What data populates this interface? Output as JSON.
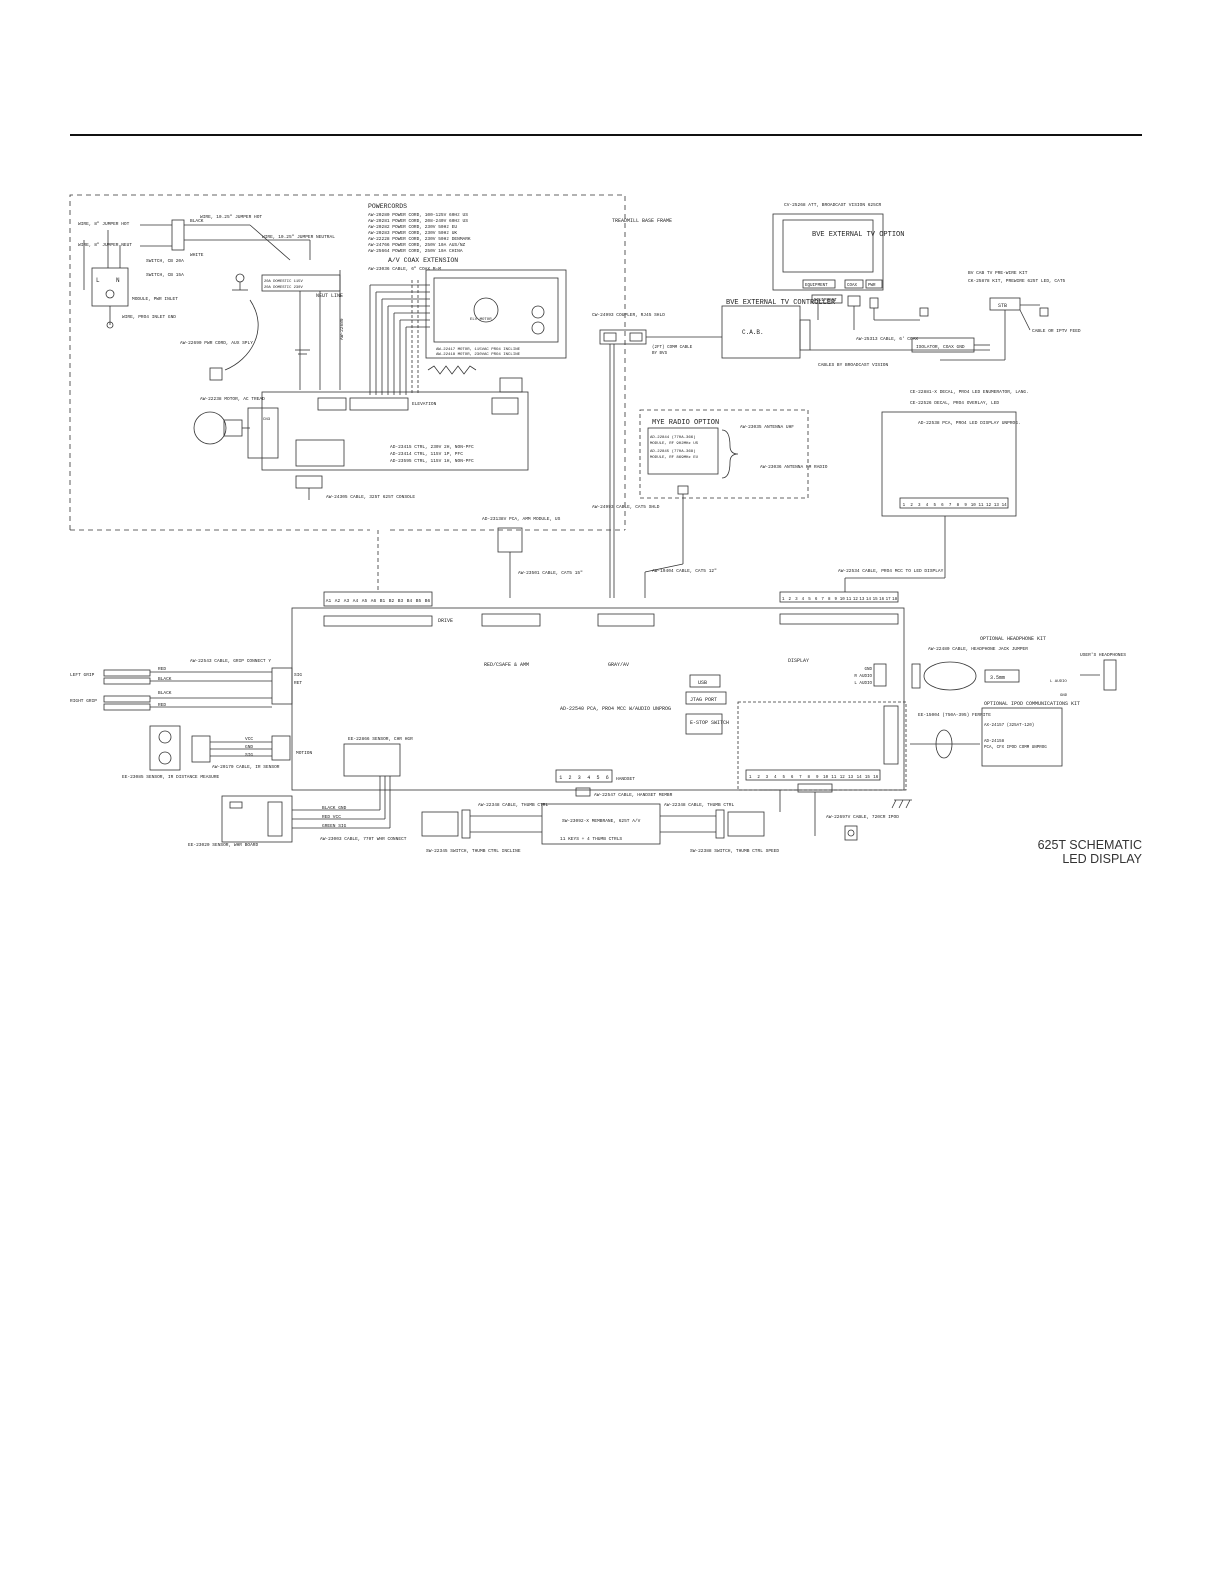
{
  "caption": {
    "line1": "625T SCHEMATIC",
    "line2": "LED DISPLAY"
  },
  "labels": {
    "powercords": "POWERCORDS",
    "av_coax": "A/V COAX EXTENSION",
    "treadmill_frame": "TREADMILL BASE FRAME",
    "ctrl_parts": "AD-23415 CTRL, 230V 2H, NON-PFC",
    "neut_line": "NEUT LINE",
    "pwr_cord_aux": "AW-22690 PWR CORD, AUX SPLY",
    "motor_ac": "AW-22238 MOTOR, AC TREAD",
    "cable_console": "AW-24305 CABLE, 325T 625T CONSOLE",
    "bve_tv_option": "BVE EXTERNAL TV OPTION",
    "bve_tv_controller": "BVE EXTERNAL TV CONTROLLER",
    "cab": "C.A.B.",
    "equipment": "EQUIPMENT",
    "coax": "COAX",
    "pwr": "PWR",
    "stb": "STB",
    "cable_or_iptv": "CABLE OR IPTV FEED",
    "cable_by_broadcast": "CABLES BY BROADCAST VISION",
    "coupler": "CW-24993 COUPLER, RJ45 SHLD",
    "mye_radio": "MYE RADIO OPTION",
    "antenna_uhf": "AW-23035 ANTENNA UHF",
    "antenna_fm": "AW-23036 ANTENNA FM RADIO",
    "cable_cat5_shld": "AW-24993 CABLE, CAT5 SHLD",
    "led_display_board": "AD-22538 PCA, PRO4 LED DISPLAY UNPROG.",
    "cable_pro4": "AW-22534 CABLE, PRO4 MCC TO LED DISPLAY",
    "cable_cat5_12": "AW-19404 CABLE, CAT5 12\"",
    "cable_cat5_15": "AW-23501 CABLE, CAT5 15\"",
    "amm_module": "AD-23138V PCA, AMM MODULE, US",
    "drive": "DRIVE",
    "red_csafe": "RED/CSAFE & AMM",
    "gray_av": "GRAY/AV",
    "display": "DISPLAY",
    "usb": "USB",
    "jtag": "JTAG PORT",
    "estop": "E-STOP SWITCH",
    "main_pca": "AD-22540 PCA, PRO4 MCC W/AUDIO UNPROG",
    "handset": "HANDSET",
    "headphone_kit": "OPTIONAL HEADPHONE KIT",
    "headphone_jumper": "AW-22480 CABLE, HEADPHONE JACK JUMPER",
    "users_headphones": "USER'S HEADPHONES",
    "ipod_kit": "OPTIONAL IPOD COMMUNICATIONS KIT",
    "ferrite": "EE-15004 (750A-395) FERRITE",
    "ipod_cable": "AW-22697V CABLE, 720CR IPOD",
    "left_grip": "LEFT GRIP",
    "right_grip": "RIGHT GRIP",
    "grip_cable": "AW-22543 CABLE, GRIP CONNECT Y",
    "ir_sensor": "EE-23085 SENSOR, IR DISTANCE MEASURE",
    "ir_cable": "AW-20170 CABLE, IR SENSOR",
    "chr_sensor": "EE-22866 SENSOR, CHR HGR",
    "whr_board": "EE-23020 SENSOR, WHR BOARD",
    "whr_cable": "AW-23003 CABLE, 770T WHR CONNECT",
    "thumb_incline": "SW-22345 SWITCH, THUMB CTRL INCLINE",
    "thumb_speed": "SW-22388 SWITCH, THUMB CTRL SPEED",
    "membrane": "SW-23092-X MEMBRANE, 625T A/V",
    "keys": "11 KEYS + 4 THUMB CTRLS",
    "handset_cable": "AW-22547 CABLE, HANDSET MEMBR",
    "thumb_cable": "AW-22348 CABLE, THUMB CTRL",
    "wires": {
      "red": "RED",
      "black": "BLACK",
      "black_gnd": "BLACK GND",
      "red_vcc": "RED VCC",
      "green_sig": "GREEN SIG",
      "vcc": "VCC",
      "gnd": "GND",
      "sig": "SIG",
      "ret": "RET"
    },
    "audio": {
      "gnd": "GND",
      "r": "R AUDIO",
      "l": "L AUDIO"
    },
    "motion": "MOTION",
    "three_five": "3.5mm"
  },
  "drive_pins": [
    "A1",
    "A2",
    "A3",
    "A4",
    "A5",
    "A6",
    "B1",
    "B2",
    "B3",
    "B4",
    "B5",
    "B6"
  ],
  "display_pins": [
    "1",
    "2",
    "3",
    "4",
    "5",
    "6",
    "7",
    "8",
    "9",
    "10",
    "11",
    "12",
    "13",
    "14",
    "15",
    "16",
    "17",
    "18"
  ],
  "handset_pins": [
    "1",
    "2",
    "3",
    "4",
    "5",
    "6"
  ],
  "audio_pins": [
    "1",
    "2",
    "3",
    "4",
    "5",
    "6",
    "7",
    "8",
    "9",
    "10",
    "11",
    "12",
    "13",
    "14",
    "15",
    "16"
  ],
  "led_pins": [
    "1",
    "2",
    "3",
    "4",
    "5",
    "6",
    "7",
    "8",
    "9",
    "10",
    "11",
    "12",
    "13",
    "14"
  ]
}
